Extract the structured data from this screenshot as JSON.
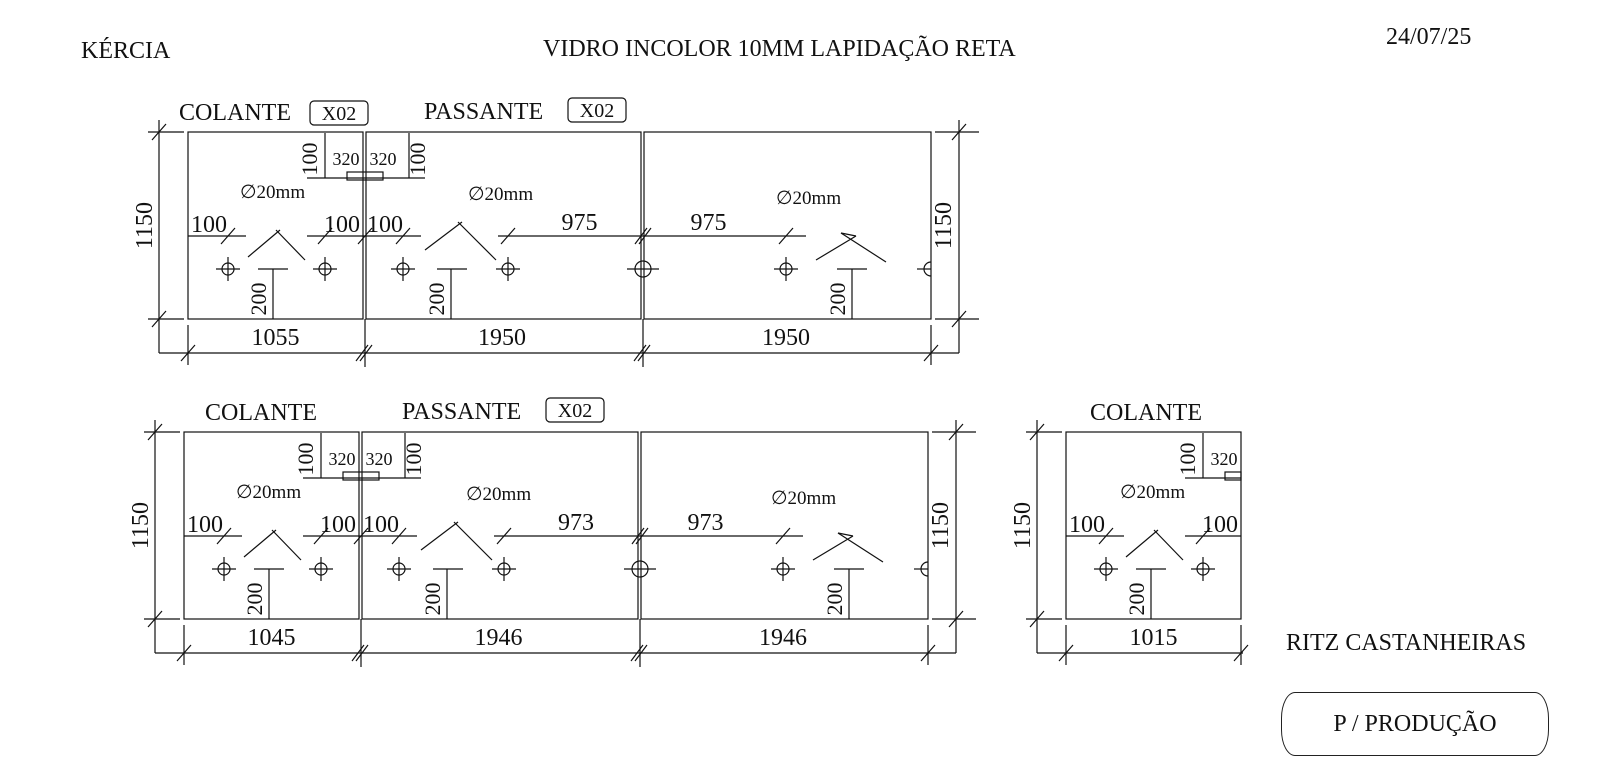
{
  "header": {
    "client": "KÉRCIA",
    "title": "VIDRO INCOLOR 10MM LAPIDAÇÃO RETA",
    "date": "24/07/25"
  },
  "footer": {
    "project": "RITZ CASTANHEIRAS",
    "status_button": "P / PRODUÇÃO"
  },
  "common": {
    "height": "1150",
    "hole": "∅20mm",
    "offset_100": "100",
    "offset_200": "200",
    "offset_320": "320",
    "qty": "X02"
  },
  "rows": [
    {
      "label_colante": "COLANTE",
      "colante_qty": "X02",
      "label_passante": "PASSANTE",
      "passante_qty": "X02",
      "widths": [
        "1055",
        "1950",
        "1950"
      ],
      "hole_pos": [
        "975",
        "975"
      ]
    },
    {
      "label_colante": "COLANTE",
      "label_passante": "PASSANTE",
      "passante_qty": "X02",
      "widths": [
        "1045",
        "1946",
        "1946"
      ],
      "hole_pos": [
        "973",
        "973"
      ]
    }
  ],
  "single": {
    "label": "COLANTE",
    "width": "1015"
  }
}
